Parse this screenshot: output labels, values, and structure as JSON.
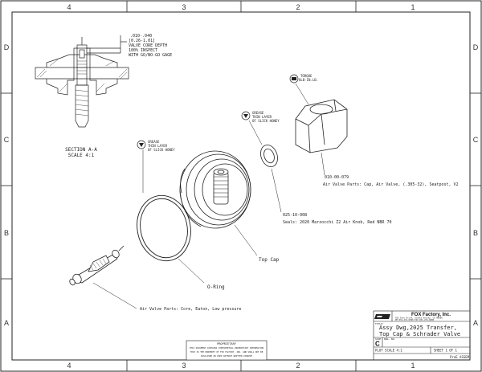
{
  "zones": {
    "columns": [
      "4",
      "3",
      "2",
      "1"
    ],
    "rows": [
      "D",
      "C",
      "B",
      "A"
    ]
  },
  "section": {
    "title": "SECTION A-A",
    "scale": "SCALE 4:1",
    "dim_line1": ".010-.040",
    "dim_line2": "[0.26-1.01]",
    "dim_line3": "VALVE CORE DEPTH",
    "dim_line4": "100% INSPECT",
    "dim_line5": "WITH GO/NO-GO GAGE"
  },
  "notes": {
    "torque_line1": "TORQUE",
    "torque_line2": "8LB-IN.LB.",
    "grease_line1": "GREASE",
    "grease_line2": "THIN LAYER",
    "grease_line3": "OF SLICK HONEY"
  },
  "callouts": {
    "cap_pn": "010-00-079",
    "cap_desc": "Air Valve Parts: Cap, Air Valve, (.305-32), Seatpost, V2",
    "seal_pn": "025-10-008",
    "seal_desc": "Seals: 2020 Marzocchi Z2 Air Knob, Red NBR 70",
    "top_cap": "Top Cap",
    "o_ring": "O-Ring",
    "core_desc": "Air Valve Parts: Core, Eaton, Low pressure"
  },
  "title_block": {
    "company": "FOX Factory, Inc.",
    "address1": "915 Disc Drive, Scotts Valley, CA 95066",
    "address2": "PH 831-274-6500 FAX 831-274-6000",
    "title_label": "TITLE:",
    "title_line1": "Assy Dwg,2025 Transfer,",
    "title_line2": "Top Cap & Schrader Valve",
    "size_label": "SIZE",
    "size": "C",
    "dwg_label": "DWG. NO.",
    "plot_scale": "PLOT SCALE  4:1",
    "sheet": "SHEET 1 OF 1",
    "footer": "ProE ASSEM",
    "proprietary_title": "PROPRIETARY",
    "proprietary_line1": "THIS DOCUMENT CONTAINS CONFIDENTIAL PROPRIETARY INFORMATION",
    "proprietary_line2": "THAT IS THE PROPERTY OF FOX FACTORY, INC. AND SHALL NOT BE",
    "proprietary_line3": "DISCLOSED OR USED WITHOUT WRITTEN CONSENT"
  },
  "colors": {
    "line": "#1a1a1a",
    "paper": "#ffffff",
    "light": "#666666"
  }
}
